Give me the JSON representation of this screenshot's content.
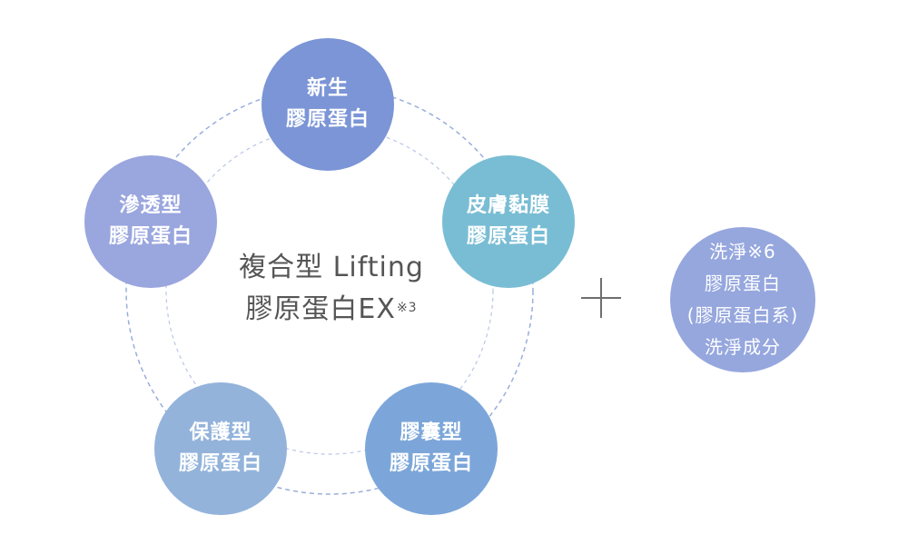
{
  "diagram": {
    "center": {
      "line1": "複合型 Lifting",
      "line2": "膠原蛋白EX",
      "note": "※3"
    },
    "nodes": [
      {
        "line1": "新生",
        "line2": "膠原蛋白",
        "color": "#7b95d6"
      },
      {
        "line1": "皮膚黏膜",
        "line2": "膠原蛋白",
        "color": "#79bdd4"
      },
      {
        "line1": "膠囊型",
        "line2": "膠原蛋白",
        "color": "#7ca6d9"
      },
      {
        "line1": "保護型",
        "line2": "膠原蛋白",
        "color": "#93b3db"
      },
      {
        "line1": "滲透型",
        "line2": "膠原蛋白",
        "color": "#9aa6de"
      }
    ],
    "plus_symbol": "+",
    "side": {
      "line1": "洗淨※6",
      "line2": "膠原蛋白",
      "line3": "(膠原蛋白系)",
      "line4": "洗淨成分",
      "color": "#96a7de"
    },
    "ring_color": "#9aaedb"
  }
}
